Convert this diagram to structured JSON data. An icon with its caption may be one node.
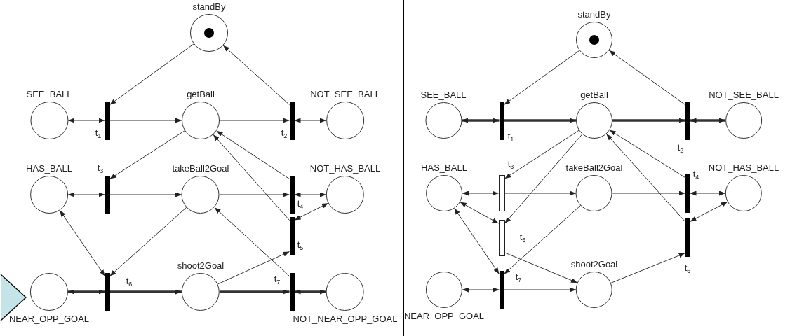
{
  "diagram": {
    "nodes": [
      {
        "text": [
          "standBy"
        ]
      },
      {
        "text": [
          "SEE_BALL"
        ]
      },
      {
        "text": [],
        "shape": "bar",
        "beside": [
          "t$_{1}$"
        ]
      },
      {
        "text": [
          "getBall"
        ]
      },
      {
        "text": [],
        "shape": "bar",
        "beside": [
          "t$_{2}$"
        ]
      },
      {
        "text": [
          "NOT_SEE_BALL"
        ]
      },
      {
        "text": [
          "HAS_BALL"
        ]
      },
      {
        "text": [],
        "shape": "bar",
        "beside": [
          "t$_{3}$"
        ]
      },
      {
        "text": [
          "takeBall2Goal"
        ]
      },
      {
        "text": [],
        "shape": "bar",
        "beside": [
          "t$_{4}$"
        ]
      },
      {
        "text": [
          "NOT_HAS_BALL"
        ]
      },
      {
        "text": [],
        "shape": "bar",
        "beside": [
          "t$_{5}$"
        ]
      },
      {
        "text": [
          "NEAR_OPP_GOAL"
        ]
      },
      {
        "text": [],
        "shape": "bar",
        "beside": [
          "t$_{6}$"
        ]
      },
      {
        "text": [
          "shoot2Goal"
        ]
      },
      {
        "text": [],
        "shape": "bar",
        "beside": [
          "t$_{7}$"
        ]
      },
      {
        "text": [
          "NOT_NEAR_OPP_GOAL"
        ]
      },
      {
        "text": [
          "standBy"
        ]
      },
      {
        "text": [
          "SEE_BALL"
        ]
      },
      {
        "text": [],
        "shape": "bar",
        "beside": [
          "t$_{1}$"
        ]
      },
      {
        "text": [
          "getBall"
        ]
      },
      {
        "text": [],
        "shape": "bar",
        "beside": [
          "t$_{2}$"
        ]
      },
      {
        "text": [
          "NOT_SEE_BALL"
        ]
      },
      {
        "text": [
          "HAS_BALL"
        ]
      },
      {
        "text": [],
        "shape": "box",
        "beside": [
          "t$_{3}$"
        ]
      },
      {
        "text": [
          "takeBall2Goal"
        ]
      },
      {
        "text": [],
        "shape": "bar",
        "beside": [
          "t$_{4}$"
        ]
      },
      {
        "text": [
          "NOT_HAS_BALL"
        ]
      },
      {
        "text": [],
        "shape": "box",
        "beside": [
          "t$_{5}$"
        ]
      },
      {
        "text": [],
        "shape": "bar",
        "beside": [
          "t$_{6}$"
        ]
      },
      {
        "text": [
          "NEAR_OPP_GOAL"
        ]
      },
      {
        "text": [],
        "shape": "bar",
        "beside": [
          "t$_{7}$"
        ]
      },
      {
        "text": [
          "shoot2Goal"
        ]
      }
    ],
    "edges": [
      {
        "from": 0,
        "to": 2,
        "arrow": "to"
      },
      {
        "from": 2,
        "to": 1,
        "arrow": "both"
      },
      {
        "from": 2,
        "to": 3,
        "arrow": "to"
      },
      {
        "from": 3,
        "to": 4,
        "arrow": "to"
      },
      {
        "from": 4,
        "to": 5,
        "arrow": "both"
      },
      {
        "from": 4,
        "to": 0,
        "arrow": "to"
      },
      {
        "from": 3,
        "to": 7,
        "arrow": "to"
      },
      {
        "from": 7,
        "to": 6,
        "arrow": "both"
      },
      {
        "from": 7,
        "to": 8,
        "arrow": "to"
      },
      {
        "from": 8,
        "to": 9,
        "arrow": "to"
      },
      {
        "from": 9,
        "to": 10,
        "arrow": "both"
      },
      {
        "from": 9,
        "to": 3,
        "arrow": "to"
      },
      {
        "from": 11,
        "to": 3,
        "arrow": "to"
      },
      {
        "from": 14,
        "to": 11,
        "arrow": "to"
      },
      {
        "from": 11,
        "to": 10,
        "arrow": "both"
      },
      {
        "from": 8,
        "to": 13,
        "arrow": "to"
      },
      {
        "from": 13,
        "to": 6,
        "arrow": "both"
      },
      {
        "from": 13,
        "to": 12,
        "arrow": "both",
        "style": "thick"
      },
      {
        "from": 13,
        "to": 14,
        "arrow": "to",
        "style": "thick"
      },
      {
        "from": 14,
        "to": 15,
        "arrow": "to",
        "style": "thick"
      },
      {
        "from": 15,
        "to": 16,
        "arrow": "both",
        "style": "thick"
      },
      {
        "from": 15,
        "to": 8,
        "arrow": "to"
      },
      {
        "from": 17,
        "to": 19,
        "arrow": "to"
      },
      {
        "from": 19,
        "to": 18,
        "arrow": "both",
        "style": "thick"
      },
      {
        "from": 19,
        "to": 20,
        "arrow": "to",
        "style": "thick"
      },
      {
        "from": 20,
        "to": 21,
        "arrow": "to",
        "style": "thick"
      },
      {
        "from": 21,
        "to": 22,
        "arrow": "both",
        "style": "thick"
      },
      {
        "from": 21,
        "to": 17,
        "arrow": "to"
      },
      {
        "from": 20,
        "to": 24,
        "arrow": "to"
      },
      {
        "from": 24,
        "to": 23,
        "arrow": "both"
      },
      {
        "from": 24,
        "to": 25,
        "arrow": "to"
      },
      {
        "from": 25,
        "to": 26,
        "arrow": "to"
      },
      {
        "from": 26,
        "to": 27,
        "arrow": "both"
      },
      {
        "from": 26,
        "to": 20,
        "arrow": "to"
      },
      {
        "from": 20,
        "to": 28,
        "arrow": "to"
      },
      {
        "from": 28,
        "to": 23,
        "arrow": "both"
      },
      {
        "from": 28,
        "to": 32,
        "arrow": "to"
      },
      {
        "from": 25,
        "to": 31,
        "arrow": "to"
      },
      {
        "from": 31,
        "to": 23,
        "arrow": "both"
      },
      {
        "from": 31,
        "to": 30,
        "arrow": "both"
      },
      {
        "from": 31,
        "to": 32,
        "arrow": "to"
      },
      {
        "from": 32,
        "to": 29,
        "arrow": "to"
      },
      {
        "from": 29,
        "to": 27,
        "arrow": "both"
      },
      {
        "from": 29,
        "to": 20,
        "arrow": "to"
      }
    ]
  }
}
